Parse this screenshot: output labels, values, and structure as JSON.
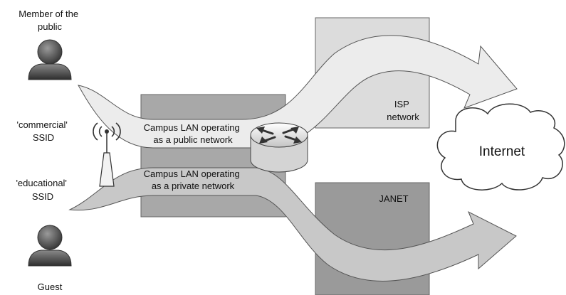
{
  "labels": {
    "member_of_public": [
      "Member of the",
      "public"
    ],
    "commercial_ssid": [
      "'commercial'",
      "SSID"
    ],
    "educational_ssid": [
      "'educational'",
      "SSID"
    ],
    "guest": "Guest",
    "campus_public": [
      "Campus LAN operating",
      "as a public network"
    ],
    "campus_private": [
      "Campus LAN operating",
      "as a private network"
    ],
    "isp_network": [
      "ISP",
      "network"
    ],
    "janet": "JANET",
    "internet": "Internet"
  },
  "icons": {
    "person": "person-icon",
    "access_point": "wireless-access-point-icon",
    "router": "router-icon",
    "cloud": "cloud-icon"
  },
  "colors": {
    "light_flow": "#ececec",
    "dark_flow": "#c8c8c8",
    "block": "#a8a8a8",
    "isp_block": "#dcdcdc",
    "janet_block": "#9a9a9a",
    "outline": "#555555"
  }
}
